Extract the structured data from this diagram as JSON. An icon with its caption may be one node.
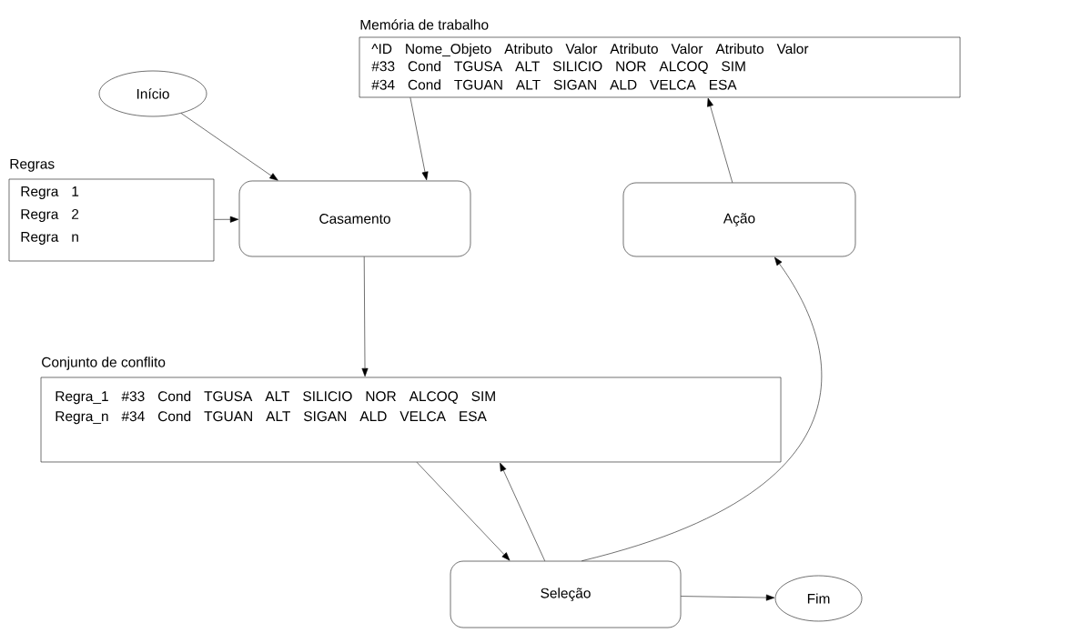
{
  "diagram": {
    "nodes": [
      {
        "text": [
          "Início"
        ]
      },
      {
        "text": [
          "Memória de trabalho",
          "^ID Nome_Objeto Atributo Valor Atributo Valor Atributo Valor",
          "#33 Cond TGUSA ALT SILICIO NOR ALCOQ SIM",
          "#34 Cond TGUAN ALT SIGAN ALD VELCA ESA"
        ]
      },
      {
        "text": [
          "Regras",
          "Regra 1",
          "Regra 2",
          "Regra n"
        ]
      },
      {
        "text": [
          "Casamento"
        ]
      },
      {
        "text": [
          "Ação"
        ]
      },
      {
        "text": [
          "Conjunto de conflito",
          "Regra_1 #33 Cond TGUSA ALT SILICIO NOR ALCOQ SIM",
          "Regra_n #34 Cond TGUAN ALT SIGAN ALD VELCA ESA"
        ]
      },
      {
        "text": [
          "Seleção"
        ]
      },
      {
        "text": [
          "Fim"
        ]
      }
    ],
    "edges": [
      {
        "from": 0,
        "to": 3,
        "arrow": "to"
      },
      {
        "from": 1,
        "to": 3,
        "arrow": "to"
      },
      {
        "from": 2,
        "to": 3,
        "arrow": "to"
      },
      {
        "from": 3,
        "to": 5,
        "arrow": "to"
      },
      {
        "from": 5,
        "to": 6,
        "arrow": "to"
      },
      {
        "from": 6,
        "to": 5,
        "arrow": "to"
      },
      {
        "from": 6,
        "to": 4,
        "arrow": "to"
      },
      {
        "from": 4,
        "to": 1,
        "arrow": "to"
      },
      {
        "from": 6,
        "to": 7,
        "arrow": "to"
      }
    ]
  }
}
